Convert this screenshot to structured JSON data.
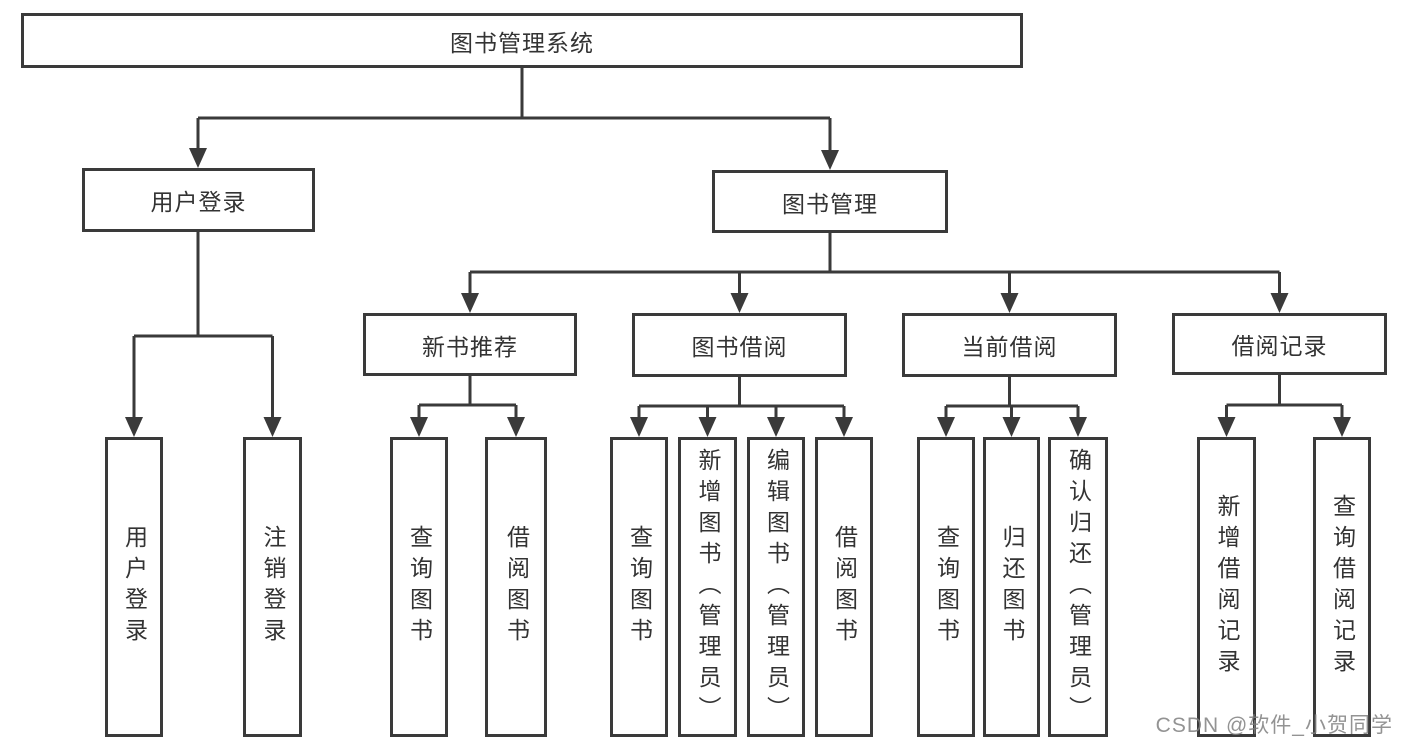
{
  "tree": {
    "root": "图书管理系统",
    "level2": [
      "用户登录",
      "图书管理"
    ],
    "level3": [
      "新书推荐",
      "图书借阅",
      "当前借阅",
      "借阅记录"
    ],
    "leaves": {
      "user_login": [
        "用户登录",
        "注销登录"
      ],
      "new_book_rec": [
        "查询图书",
        "借阅图书"
      ],
      "book_borrow": [
        "查询图书",
        "新增图书（管理员）",
        "编辑图书（管理员）",
        "借阅图书"
      ],
      "current_borrow": [
        "查询图书",
        "归还图书",
        "确认归还（管理员）"
      ],
      "borrow_records": [
        "新增借阅记录",
        "查询借阅记录"
      ]
    }
  },
  "watermark": "CSDN @软件_小贺同学",
  "colors": {
    "line": "#3a3a3a",
    "text": "#333333",
    "watermark": "#808080",
    "background": "#ffffff"
  }
}
